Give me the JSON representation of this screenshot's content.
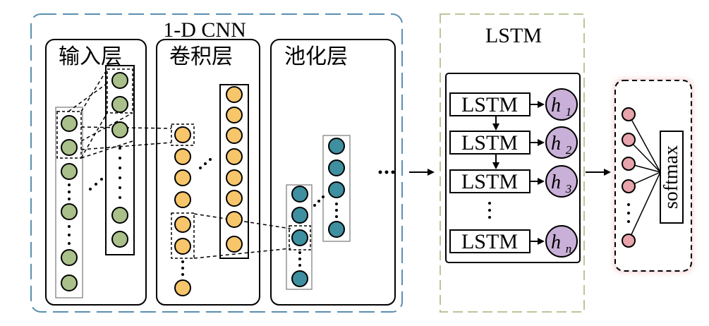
{
  "cnn": {
    "title": "1-D CNN",
    "layers": {
      "input": "输入层",
      "conv": "卷积层",
      "pool": "池化层"
    }
  },
  "lstm": {
    "title": "LSTM",
    "cells": [
      {
        "label": "LSTM",
        "h": "h",
        "sub": "1"
      },
      {
        "label": "LSTM",
        "h": "h",
        "sub": "2"
      },
      {
        "label": "LSTM",
        "h": "h",
        "sub": "3"
      },
      {
        "label": "LSTM",
        "h": "h",
        "sub": "n"
      }
    ]
  },
  "output": {
    "softmax": "softmax"
  },
  "colors": {
    "green": "#a9c08a",
    "yellow": "#f7c56a",
    "teal": "#3e8fa0",
    "purple": "#c9b0d8",
    "pink": "#e8a3ab",
    "cnn_border": "#5b8fb0",
    "lstm_border": "#b9c79a",
    "out_border": "#d9727a"
  }
}
